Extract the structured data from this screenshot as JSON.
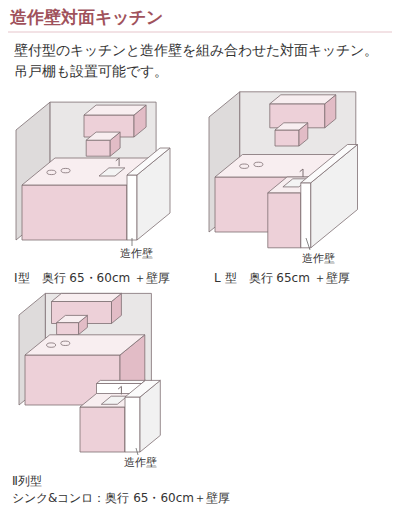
{
  "diagram": {
    "title": "造作壁対面キッチン",
    "labels": [
      "壁付型のキッチンと造作壁を組み合わせた対面キッチン。吊戸棚も設置可能です。",
      "造作壁",
      "Ⅰ型　奥行 65・60cm ＋壁厚",
      "造作壁",
      "L 型　奥行 65cm ＋壁厚",
      "Ⅱ列型",
      "造作壁",
      "シンク&コンロ：奥行 65・60cm＋壁厚"
    ]
  }
}
